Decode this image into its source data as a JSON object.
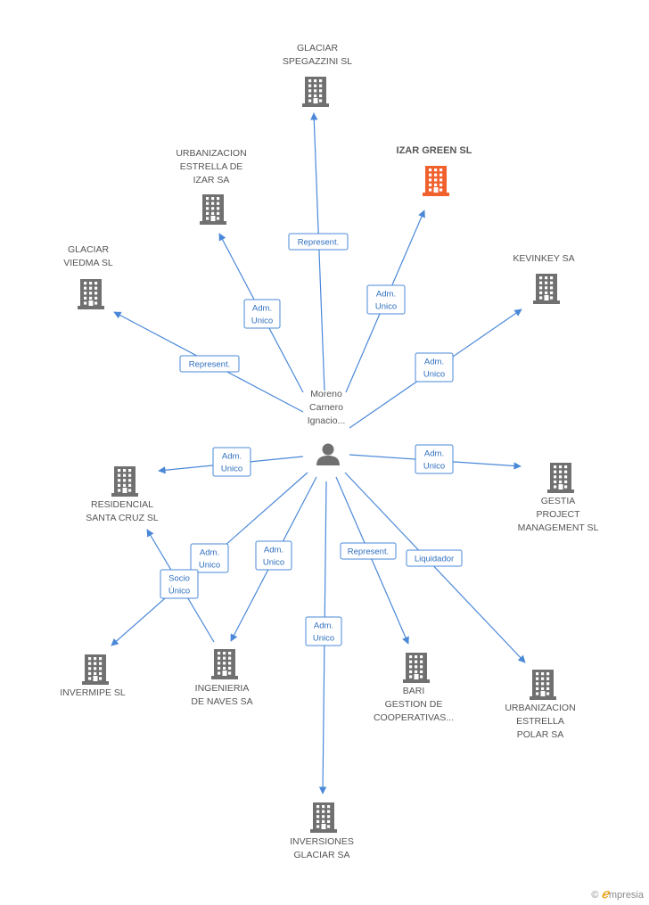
{
  "center": {
    "lines": [
      "Moreno",
      "Carnero",
      "Ignacio..."
    ],
    "icon": "person-icon"
  },
  "nodes": [
    {
      "id": "glaciar-spegazzini",
      "lines": [
        "GLACIAR",
        "SPEGAZZINI  SL"
      ],
      "icon": "building-icon",
      "color": "#707070"
    },
    {
      "id": "izar-green",
      "lines": [
        "IZAR GREEN SL"
      ],
      "icon": "building-icon",
      "color": "#f0612e",
      "highlight": true
    },
    {
      "id": "urbanizacion-estrella-de-izar",
      "lines": [
        "URBANIZACION",
        "ESTRELLA DE",
        "IZAR SA"
      ],
      "icon": "building-icon",
      "color": "#707070"
    },
    {
      "id": "glaciar-viedma",
      "lines": [
        "GLACIAR",
        "VIEDMA  SL"
      ],
      "icon": "building-icon",
      "color": "#707070"
    },
    {
      "id": "kevinkey",
      "lines": [
        "KEVINKEY SA"
      ],
      "icon": "building-icon",
      "color": "#707070"
    },
    {
      "id": "residencial-santa-cruz",
      "lines": [
        "RESIDENCIAL",
        "SANTA CRUZ SL"
      ],
      "icon": "building-icon",
      "color": "#707070"
    },
    {
      "id": "gestia-project",
      "lines": [
        "GESTIA",
        "PROJECT",
        "MANAGEMENT SL"
      ],
      "icon": "building-icon",
      "color": "#707070"
    },
    {
      "id": "invermipe",
      "lines": [
        "INVERMIPE SL"
      ],
      "icon": "building-icon",
      "color": "#707070"
    },
    {
      "id": "ingenieria-de-naves",
      "lines": [
        "INGENIERIA",
        "DE NAVES SA"
      ],
      "icon": "building-icon",
      "color": "#707070"
    },
    {
      "id": "bari-gestion",
      "lines": [
        "BARI",
        "GESTION DE",
        "COOPERATIVAS..."
      ],
      "icon": "building-icon",
      "color": "#707070"
    },
    {
      "id": "urbanizacion-estrella-polar",
      "lines": [
        "URBANIZACION",
        "ESTRELLA",
        "POLAR SA"
      ],
      "icon": "building-icon",
      "color": "#707070"
    },
    {
      "id": "inversiones-glaciar",
      "lines": [
        "INVERSIONES",
        "GLACIAR SA"
      ],
      "icon": "building-icon",
      "color": "#707070"
    }
  ],
  "edges": [
    {
      "from": "center",
      "to": "glaciar-spegazzini",
      "label": [
        "Represent."
      ]
    },
    {
      "from": "center",
      "to": "izar-green",
      "label": [
        "Adm.",
        "Unico"
      ]
    },
    {
      "from": "center",
      "to": "urbanizacion-estrella-de-izar",
      "label": [
        "Adm.",
        "Unico"
      ]
    },
    {
      "from": "center",
      "to": "glaciar-viedma",
      "label": [
        "Represent."
      ]
    },
    {
      "from": "center",
      "to": "kevinkey",
      "label": [
        "Adm.",
        "Unico"
      ]
    },
    {
      "from": "center",
      "to": "residencial-santa-cruz",
      "label": [
        "Adm.",
        "Unico"
      ]
    },
    {
      "from": "center",
      "to": "gestia-project",
      "label": [
        "Adm.",
        "Unico"
      ]
    },
    {
      "from": "center",
      "to": "invermipe",
      "label": [
        "Adm.",
        "Unico"
      ]
    },
    {
      "from": "center",
      "to": "ingenieria-de-naves",
      "label": [
        "Adm.",
        "Unico"
      ]
    },
    {
      "from": "center",
      "to": "inversiones-glaciar",
      "label": [
        "Adm.",
        "Unico"
      ]
    },
    {
      "from": "center",
      "to": "bari-gestion",
      "label": [
        "Represent."
      ]
    },
    {
      "from": "center",
      "to": "urbanizacion-estrella-polar",
      "label": [
        "Liquidador"
      ]
    },
    {
      "from": "ingenieria-de-naves",
      "to": "residencial-santa-cruz",
      "label": [
        "Socio",
        "Único"
      ]
    }
  ],
  "brand": {
    "symbol": "©",
    "e": "ℯ",
    "name": "mpresia"
  }
}
